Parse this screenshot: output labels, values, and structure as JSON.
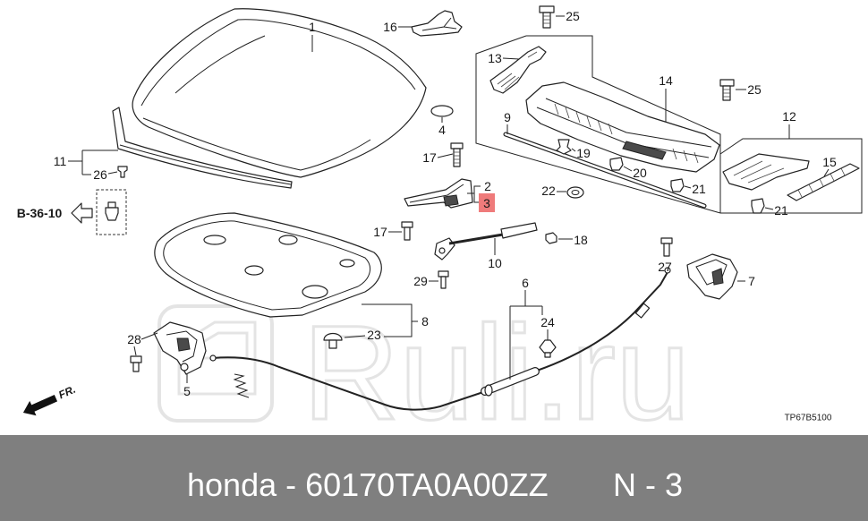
{
  "diagram": {
    "callouts": [
      "1",
      "16",
      "25",
      "13",
      "14",
      "25",
      "12",
      "4",
      "9",
      "19",
      "11",
      "26",
      "17",
      "2",
      "3",
      "20",
      "15",
      "22",
      "21",
      "21",
      "17",
      "18",
      "10",
      "27",
      "7",
      "29",
      "6",
      "8",
      "24",
      "28",
      "23",
      "5"
    ],
    "reference_link": "B-36-10",
    "front_marker": "FR.",
    "drawing_code": "TP67B5100",
    "watermark": "Ruli.ru"
  },
  "footer": {
    "part_info": "honda - 60170TA0A00ZZ",
    "position": "N - 3"
  },
  "colors": {
    "footer_bg": "#7f7f7f",
    "footer_text": "#ffffff",
    "highlight": "#ef7b7b",
    "watermark": "#e4e4e4"
  },
  "icons": {
    "reference_arrow": "arrow-left-outline-icon",
    "front_arrow": "front-direction-arrow-icon"
  }
}
